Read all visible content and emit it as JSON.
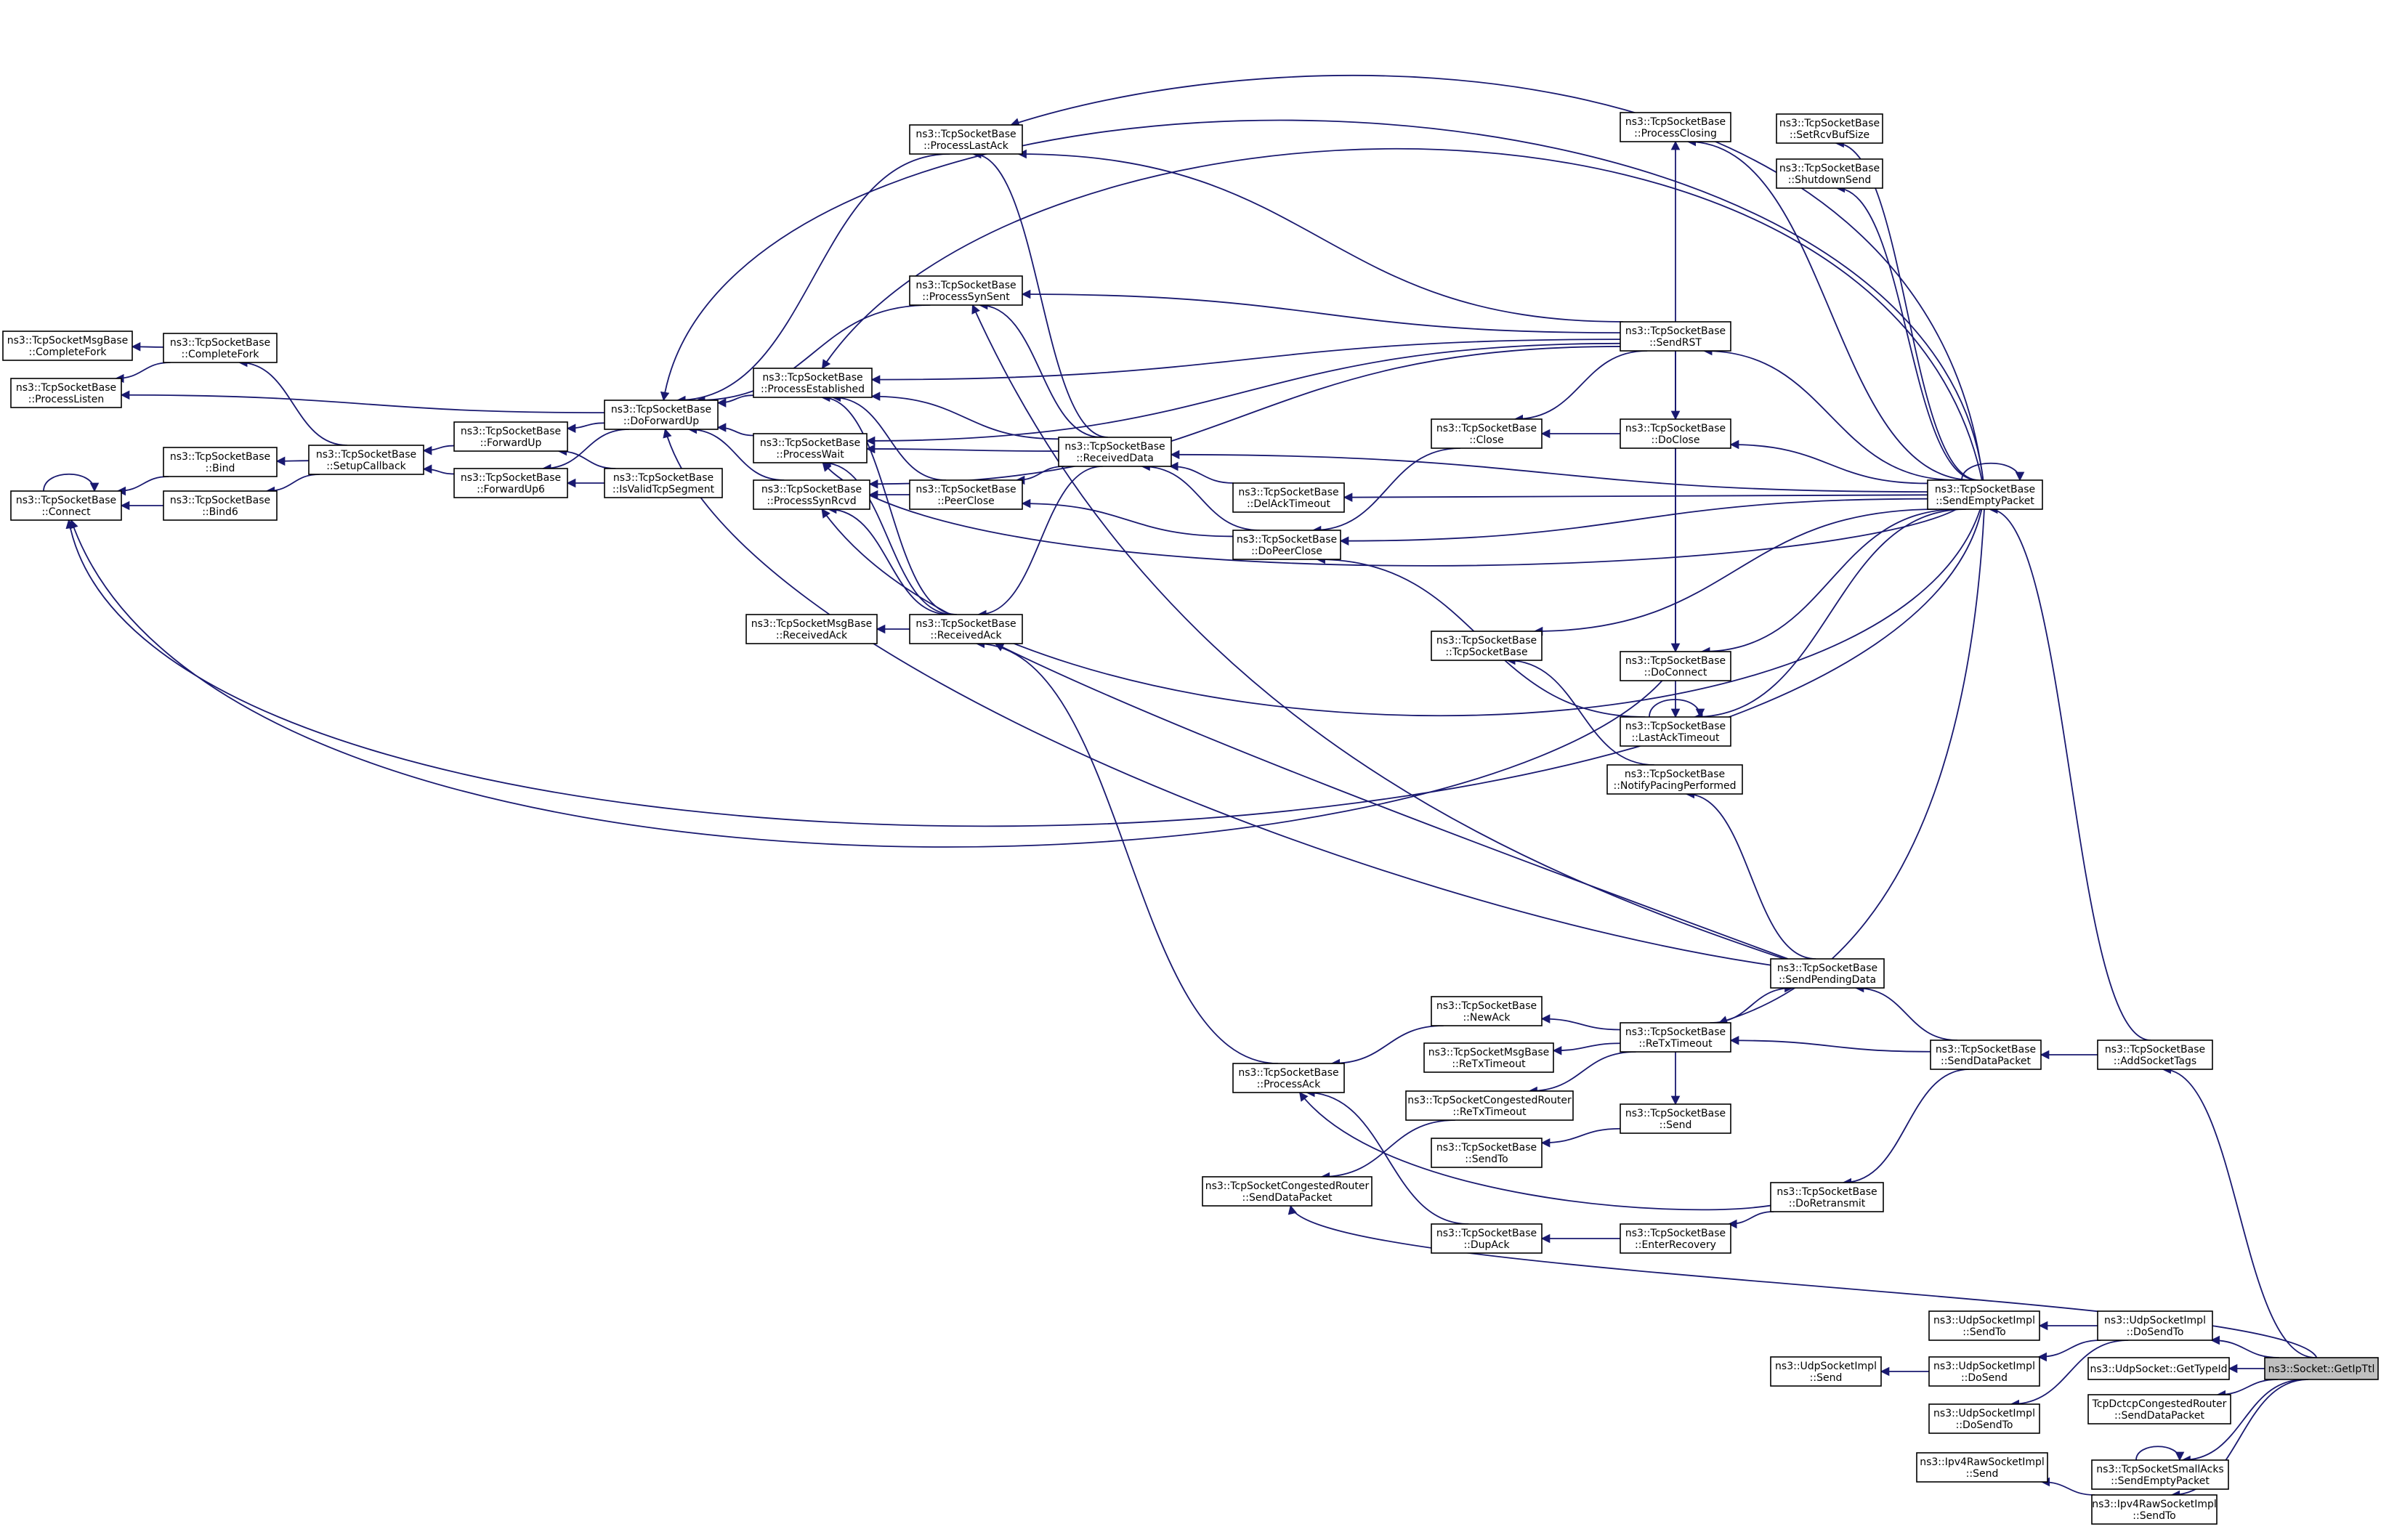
{
  "colors": {
    "edge": "#191970",
    "node_fill": "#ffffff",
    "root_fill": "#bfbfbf",
    "node_border": "#000000"
  },
  "nodes": {
    "msgCompleteFork": [
      "ns3::TcpSocketMsgBase",
      "::CompleteFork"
    ],
    "processListen": [
      "ns3::TcpSocketBase",
      "::ProcessListen"
    ],
    "connect": [
      "ns3::TcpSocketBase",
      "::Connect"
    ],
    "completeFork": [
      "ns3::TcpSocketBase",
      "::CompleteFork"
    ],
    "bind": [
      "ns3::TcpSocketBase",
      "::Bind"
    ],
    "bind6": [
      "ns3::TcpSocketBase",
      "::Bind6"
    ],
    "setupCallback": [
      "ns3::TcpSocketBase",
      "::SetupCallback"
    ],
    "forwardUp": [
      "ns3::TcpSocketBase",
      "::ForwardUp"
    ],
    "forwardUp6": [
      "ns3::TcpSocketBase",
      "::ForwardUp6"
    ],
    "doForwardUp": [
      "ns3::TcpSocketBase",
      "::DoForwardUp"
    ],
    "isValidTcpSegment": [
      "ns3::TcpSocketBase",
      "::IsValidTcpSegment"
    ],
    "processEstablished": [
      "ns3::TcpSocketBase",
      "::ProcessEstablished"
    ],
    "processWait": [
      "ns3::TcpSocketBase",
      "::ProcessWait"
    ],
    "processSynRcvd": [
      "ns3::TcpSocketBase",
      "::ProcessSynRcvd"
    ],
    "msgReceivedAck": [
      "ns3::TcpSocketMsgBase",
      "::ReceivedAck"
    ],
    "processLastAck": [
      "ns3::TcpSocketBase",
      "::ProcessLastAck"
    ],
    "processSynSent": [
      "ns3::TcpSocketBase",
      "::ProcessSynSent"
    ],
    "peerClose": [
      "ns3::TcpSocketBase",
      "::PeerClose"
    ],
    "receivedAck": [
      "ns3::TcpSocketBase",
      "::ReceivedAck"
    ],
    "receivedData": [
      "ns3::TcpSocketBase",
      "::ReceivedData"
    ],
    "delAckTimeout": [
      "ns3::TcpSocketBase",
      "::DelAckTimeout"
    ],
    "doPeerClose": [
      "ns3::TcpSocketBase",
      "::DoPeerClose"
    ],
    "processAck": [
      "ns3::TcpSocketBase",
      "::ProcessAck"
    ],
    "congSendDataPacket": [
      "ns3::TcpSocketCongestedRouter",
      "::SendDataPacket"
    ],
    "close": [
      "ns3::TcpSocketBase",
      "::Close"
    ],
    "tcpSocketBase": [
      "ns3::TcpSocketBase",
      "::TcpSocketBase"
    ],
    "newAck": [
      "ns3::TcpSocketBase",
      "::NewAck"
    ],
    "msgReTxTimeout": [
      "ns3::TcpSocketMsgBase",
      "::ReTxTimeout"
    ],
    "congReTxTimeout": [
      "ns3::TcpSocketCongestedRouter",
      "::ReTxTimeout"
    ],
    "sendTo": [
      "ns3::TcpSocketBase",
      "::SendTo"
    ],
    "dupAck": [
      "ns3::TcpSocketBase",
      "::DupAck"
    ],
    "processClosing": [
      "ns3::TcpSocketBase",
      "::ProcessClosing"
    ],
    "sendRST": [
      "ns3::TcpSocketBase",
      "::SendRST"
    ],
    "doClose": [
      "ns3::TcpSocketBase",
      "::DoClose"
    ],
    "doConnect": [
      "ns3::TcpSocketBase",
      "::DoConnect"
    ],
    "lastAckTimeout": [
      "ns3::TcpSocketBase",
      "::LastAckTimeout"
    ],
    "notifyPacing": [
      "ns3::TcpSocketBase",
      "::NotifyPacingPerformed"
    ],
    "sendPendingData": [
      "ns3::TcpSocketBase",
      "::SendPendingData"
    ],
    "reTxTimeout": [
      "ns3::TcpSocketBase",
      "::ReTxTimeout"
    ],
    "send": [
      "ns3::TcpSocketBase",
      "::Send"
    ],
    "doRetransmit": [
      "ns3::TcpSocketBase",
      "::DoRetransmit"
    ],
    "enterRecovery": [
      "ns3::TcpSocketBase",
      "::EnterRecovery"
    ],
    "setRcvBufSize": [
      "ns3::TcpSocketBase",
      "::SetRcvBufSize"
    ],
    "shutdownSend": [
      "ns3::TcpSocketBase",
      "::ShutdownSend"
    ],
    "sendEmptyPacket": [
      "ns3::TcpSocketBase",
      "::SendEmptyPacket"
    ],
    "sendDataPacket": [
      "ns3::TcpSocketBase",
      "::SendDataPacket"
    ],
    "addSocketTags": [
      "ns3::TcpSocketBase",
      "::AddSocketTags"
    ],
    "udpSendTo": [
      "ns3::UdpSocketImpl",
      "::SendTo"
    ],
    "udpSend": [
      "ns3::UdpSocketImpl",
      "::Send"
    ],
    "udpDoSend": [
      "ns3::UdpSocketImpl",
      "::DoSend"
    ],
    "udpDoSendTo2": [
      "ns3::UdpSocketImpl",
      "::DoSendTo"
    ],
    "ipv4Send": [
      "ns3::Ipv4RawSocketImpl",
      "::Send"
    ],
    "udpDoSendTo": [
      "ns3::UdpSocketImpl",
      "::DoSendTo"
    ],
    "udpGetTypeId": [
      "ns3::UdpSocket::GetTypeId"
    ],
    "dctcpSendDataPacket": [
      "TcpDctcpCongestedRouter",
      "::SendDataPacket"
    ],
    "smallAcks": [
      "ns3::TcpSocketSmallAcks",
      "::SendEmptyPacket"
    ],
    "ipv4SendTo": [
      "ns3::Ipv4RawSocketImpl",
      "::SendTo"
    ],
    "getIpTtl": [
      "ns3::Socket::GetIpTtl"
    ]
  }
}
